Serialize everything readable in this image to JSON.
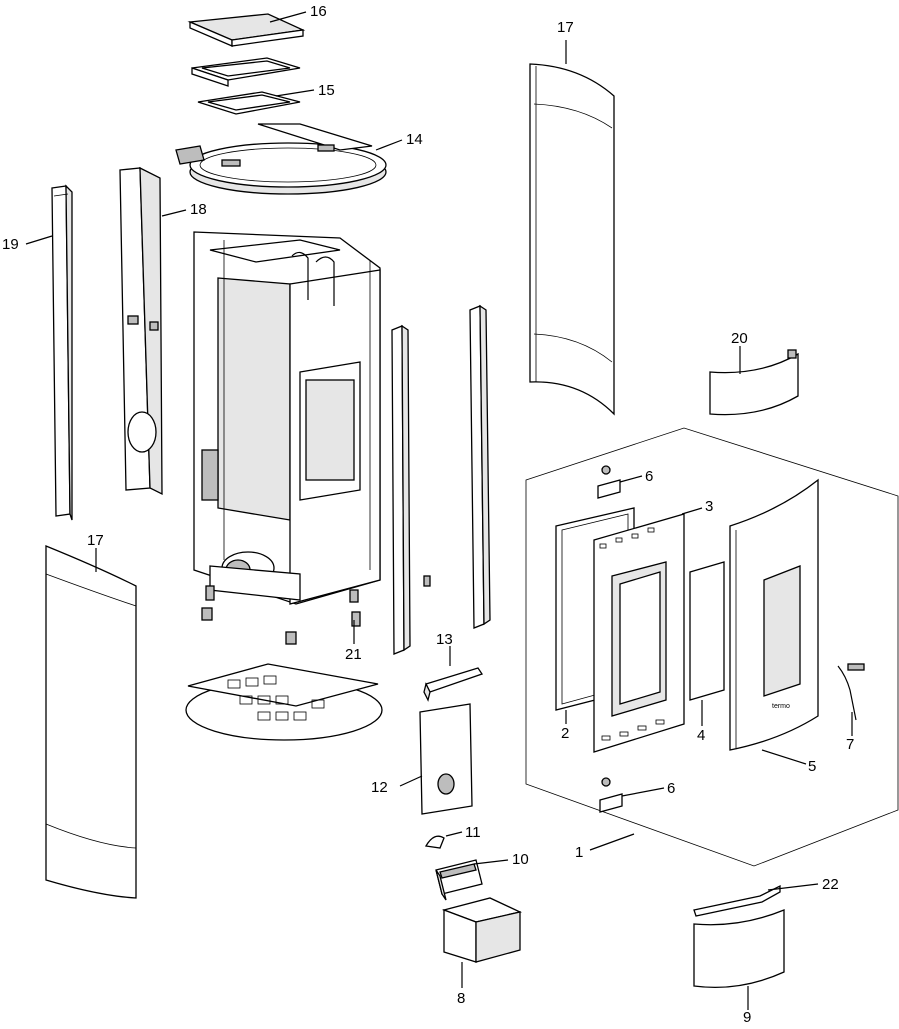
{
  "diagram": {
    "callouts": {
      "c1": "1",
      "c2": "2",
      "c3": "3",
      "c4": "4",
      "c5": "5",
      "c6a": "6",
      "c6b": "6",
      "c7": "7",
      "c8": "8",
      "c9": "9",
      "c10": "10",
      "c11": "11",
      "c12": "12",
      "c13": "13",
      "c14": "14",
      "c15": "15",
      "c16": "16",
      "c17a": "17",
      "c17b": "17",
      "c18": "18",
      "c19": "19",
      "c20": "20",
      "c21": "21",
      "c22": "22"
    },
    "logo_text": "termo"
  }
}
